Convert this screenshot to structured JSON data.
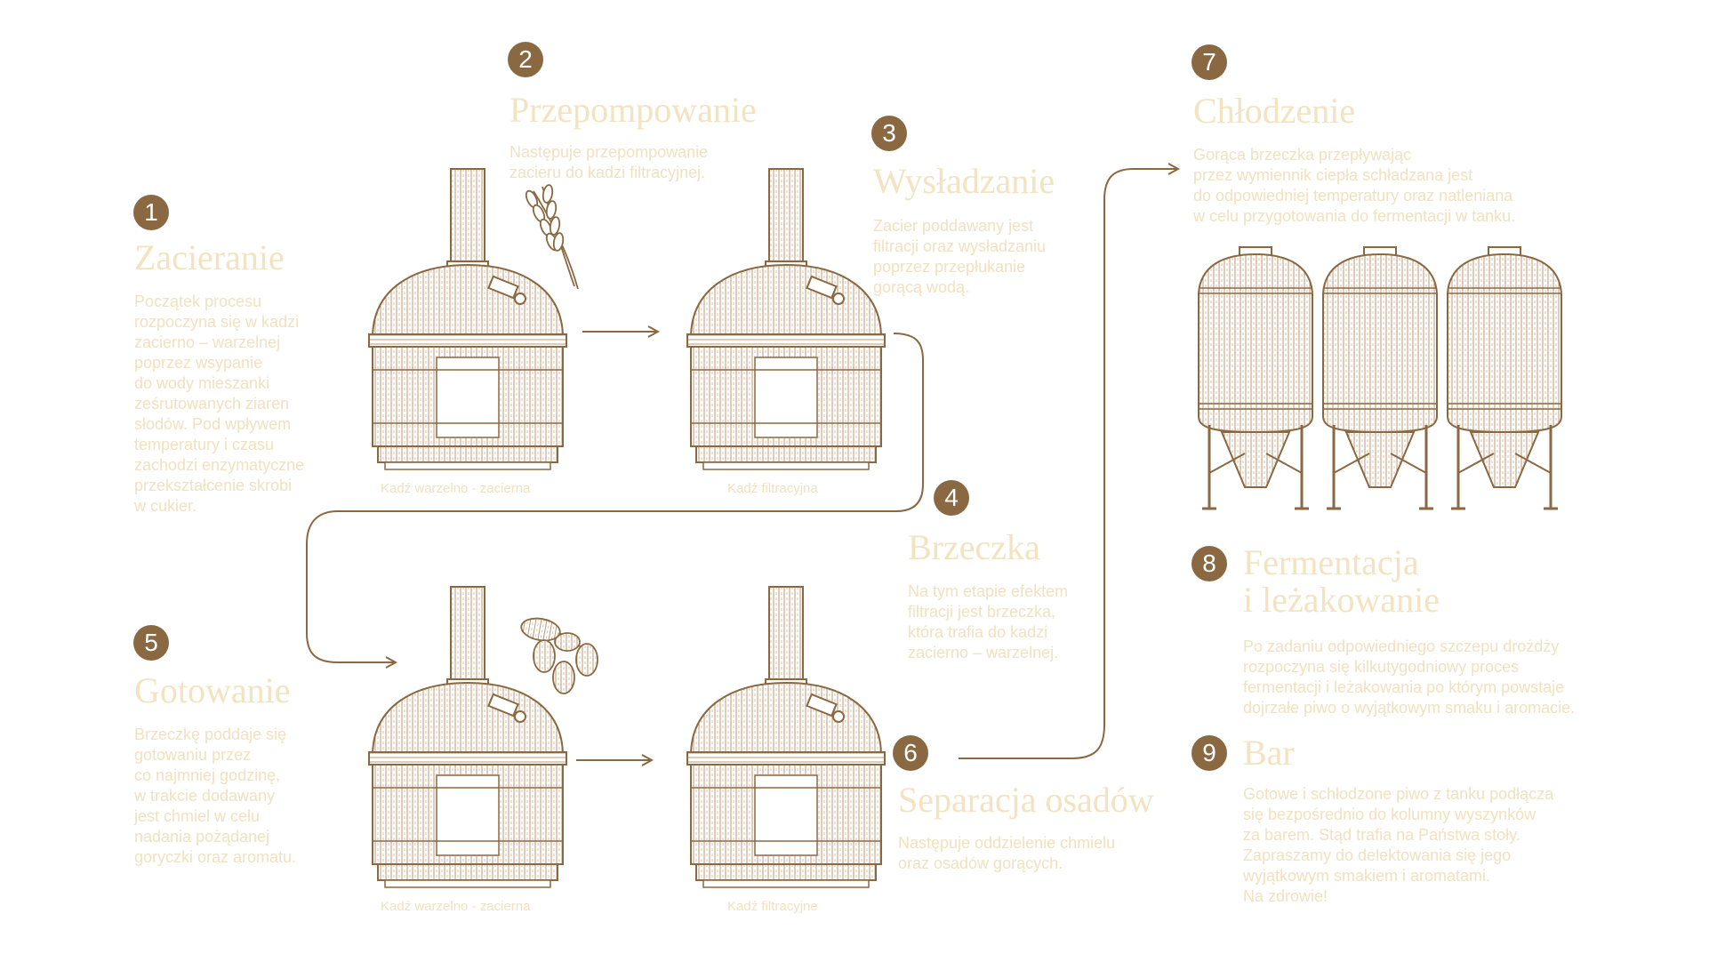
{
  "colors": {
    "ink": "#8a6842",
    "title": "#f3e3c0",
    "text": "#f1e1bf",
    "background": "#ffffff"
  },
  "steps": [
    {
      "number": "1",
      "title": "Zacieranie",
      "description": "Początek procesu\nrozpoczyna się w kadzi\nzacierno – warzelnej\npoprzez wsypanie\ndo wody mieszanki\nześrutowanych ziaren\nsłodów. Pod wpływem\ntemperatury i czasu\nzachodzi enzymatyczne\nprzekształcenie skrobi\nw cukier."
    },
    {
      "number": "2",
      "title": "Przepompowanie",
      "description": "Następuje przepompowanie\nzacieru do kadzi filtracyjnej."
    },
    {
      "number": "3",
      "title": "Wysładzanie",
      "description": "Zacier poddawany jest\nfiltracji oraz wysładzaniu\npoprzez przepłukanie\ngorącą wodą."
    },
    {
      "number": "4",
      "title": "Brzeczka",
      "description": "Na tym etapie efektem\nfiltracji jest brzeczka,\nktóra trafia do kadzi\nzacierno – warzelnej."
    },
    {
      "number": "5",
      "title": "Gotowanie",
      "description": "Brzeczkę poddaje się\ngotowaniu przez\nco najmniej godzinę,\nw trakcie dodawany\njest chmiel w celu\nnadania pożądanej\ngoryczki oraz aromatu."
    },
    {
      "number": "6",
      "title": "Separacja osadów",
      "description": "Następuje oddzielenie chmielu\noraz osadów gorących."
    },
    {
      "number": "7",
      "title": "Chłodzenie",
      "description": "Gorąca brzeczka przepływając\nprzez wymiennik ciepła schładzana jest\ndo odpowiedniej temperatury oraz natleniana\nw celu przygotowania do fermentacji w tanku."
    },
    {
      "number": "8",
      "title": "Fermentacja\ni leżakowanie",
      "description": "Po zadaniu odpowiedniego szczepu drożdży\nrozpoczyna się kilkutygodniowy proces\nfermentacji i leżakowania po którym powstaje\ndojrzałe piwo o wyjątkowym smaku i aromacie."
    },
    {
      "number": "9",
      "title": "Bar",
      "description": "Gotowe i schłodzone piwo z tanku podłącza\nsię bezpośrednio do kolumny wyszynków\nza barem. Stąd trafia na Państwa stoły.\nZapraszamy do delektowania się jego\nwyjątkowym smakiem i aromatami.\nNa zdrowie!"
    }
  ],
  "captions": {
    "kettle_top_left": "Kadź warzelno - zacierna",
    "kettle_top_right": "Kadź filtracyjna",
    "kettle_bottom_left": "Kadź warzelno - zacierna",
    "kettle_bottom_right": "Kadź filtracyjne"
  },
  "icons": [
    "wheat-icon",
    "hops-icon",
    "arrow-icon",
    "brew-kettle-icon",
    "fermentation-tank-icon"
  ]
}
